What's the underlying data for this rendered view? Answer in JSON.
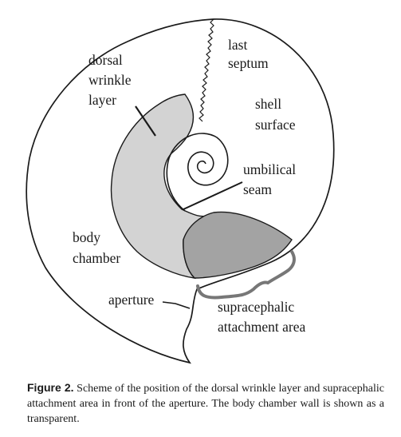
{
  "labels": {
    "last": "last",
    "septum": "septum",
    "dorsal": "dorsal",
    "wrinkle": "wrinkle",
    "layer": "layer",
    "shell": "shell",
    "surface": "surface",
    "umbilical": "umbilical",
    "seam": "seam",
    "body": "body",
    "chamber": "chamber",
    "aperture": "aperture",
    "supracephalic": "supracephalic",
    "attachment_area": "attachment area"
  },
  "caption": {
    "figure_label": "Figure 2.",
    "text": " Scheme of the position of the dorsal wrinkle layer and supracephalic attachment area in front of the aperture. The body chamber wall is shown as a transparent."
  },
  "colors": {
    "light_region": "#d3d3d3",
    "dark_region": "#a3a3a3",
    "outline": "#1a1a1a"
  }
}
